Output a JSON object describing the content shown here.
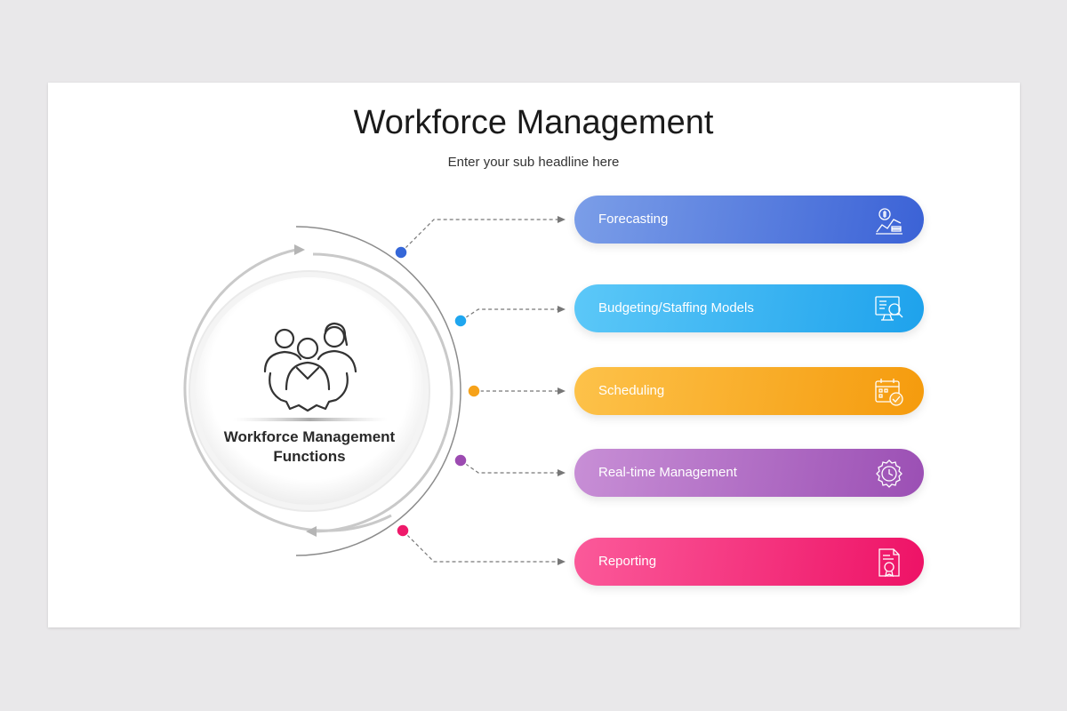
{
  "title": "Workforce Management",
  "subtitle": "Enter your sub headline here",
  "center": {
    "label": "Workforce Management Functions",
    "icon": "team-gear-icon"
  },
  "items": [
    {
      "label": "Forecasting",
      "icon": "forecasting-chart-icon",
      "colors": [
        "#7b9ee8",
        "#3b62d6"
      ],
      "dot": "#3567d8"
    },
    {
      "label": "Budgeting/Staffing Models",
      "icon": "monitor-staffing-icon",
      "colors": [
        "#5cc8f8",
        "#1ea2ec"
      ],
      "dot": "#1fa6ef"
    },
    {
      "label": "Scheduling",
      "icon": "calendar-check-icon",
      "colors": [
        "#fdc24a",
        "#f59b0d"
      ],
      "dot": "#f6a21a"
    },
    {
      "label": "Real-time Management",
      "icon": "clock-gear-icon",
      "colors": [
        "#c88fd6",
        "#9b4fb4"
      ],
      "dot": "#9c4bb1"
    },
    {
      "label": "Reporting",
      "icon": "report-document-icon",
      "colors": [
        "#fb5a9a",
        "#ee1266"
      ],
      "dot": "#ee1a6a"
    }
  ]
}
